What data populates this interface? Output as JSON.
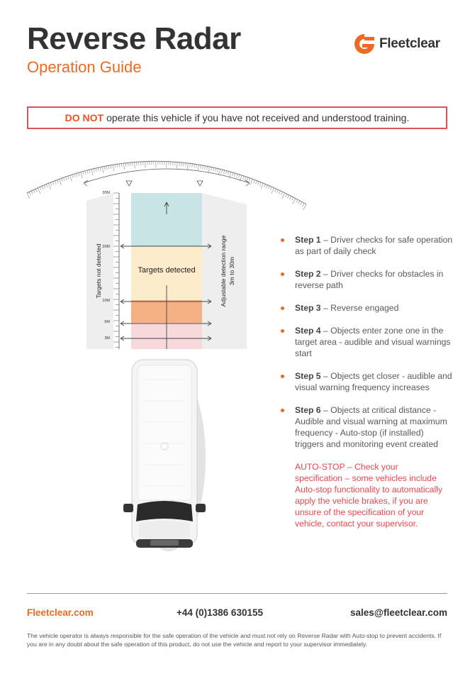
{
  "header": {
    "title": "Reverse Radar",
    "subtitle": "Operation Guide",
    "brand_name": "Fleetclear",
    "brand_logo_icon": "fleetclear-logo-icon"
  },
  "warning": {
    "highlight": "DO NOT",
    "text": "operate this vehicle if you have not received and understood training."
  },
  "diagram": {
    "scale_labels": [
      "30M",
      "20M",
      "10M",
      "6M",
      "3M"
    ],
    "left_label": "Targets not detected",
    "center_label": "Targets detected",
    "right_label_line1": "Adjustable detection range",
    "right_label_line2": "3m to 30m",
    "zone_colors": [
      "#c9e4e4",
      "#fdeccb",
      "#f5b183",
      "#f7d9dc"
    ],
    "van_icon": "van-top-view-icon"
  },
  "steps": [
    {
      "label": "Step 1",
      "text": "Driver checks for safe operation as part of daily check"
    },
    {
      "label": "Step 2",
      "text": "Driver checks for obstacles in reverse path"
    },
    {
      "label": "Step 3",
      "text": "Reverse engaged"
    },
    {
      "label": "Step 4",
      "text": "Objects enter zone one in the target area - audible and visual warnings start"
    },
    {
      "label": "Step 5",
      "text": "Objects get closer - audible and visual warning frequency increases"
    },
    {
      "label": "Step 6",
      "text": "Objects at critical distance - Audible and visual warning at maximum frequency - Auto-stop (if installed) triggers and monitoring event created"
    }
  ],
  "autostop": "AUTO-STOP – Check your specification – some vehicles include Auto-stop functionality to automatically apply the vehicle brakes, if you are unsure of the specification of your vehicle, contact your supervisor.",
  "footer": {
    "website": "Fleetclear.com",
    "phone": "+44 (0)1386 630155",
    "email": "sales@fleetclear.com",
    "disclaimer": "The vehicle operator is always responsible for the safe operation of the vehicle and must not rely on Reverse Radar with Auto-stop to prevent accidents. If you are in any doubt about the safe operation of this product, do not use the vehicle and report to your supervisor immediately."
  },
  "colors": {
    "accent": "#ee6a24",
    "warning_border": "#e0525a",
    "autostop_text": "#e8484f"
  }
}
